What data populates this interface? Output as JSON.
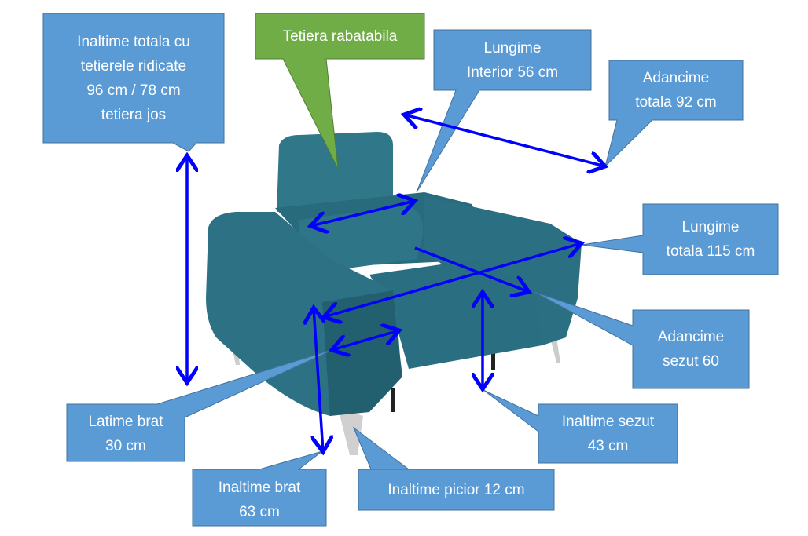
{
  "colors": {
    "callout_blue": "#5b9bd5",
    "callout_green": "#70ad47",
    "arrow": "#0000ff",
    "fabric": "#2b6f80"
  },
  "callouts": {
    "total_height": "Inaltime totala cu\ntetierele ridicate\n 96 cm / 78 cm\ntetiera jos",
    "headrest": "Tetiera rabatabila",
    "inner_length": "Lungime\nInterior 56 cm",
    "total_depth": "Adancime\ntotala 92 cm",
    "total_length": "Lungime\ntotala 115 cm",
    "seat_depth": "Adancime\nsezut 60",
    "seat_height": "Inaltime sezut\n43 cm",
    "leg_height": "Inaltime picior 12 cm",
    "arm_height": "Inaltime brat\n63 cm",
    "arm_width": "Latime brat\n30 cm"
  }
}
